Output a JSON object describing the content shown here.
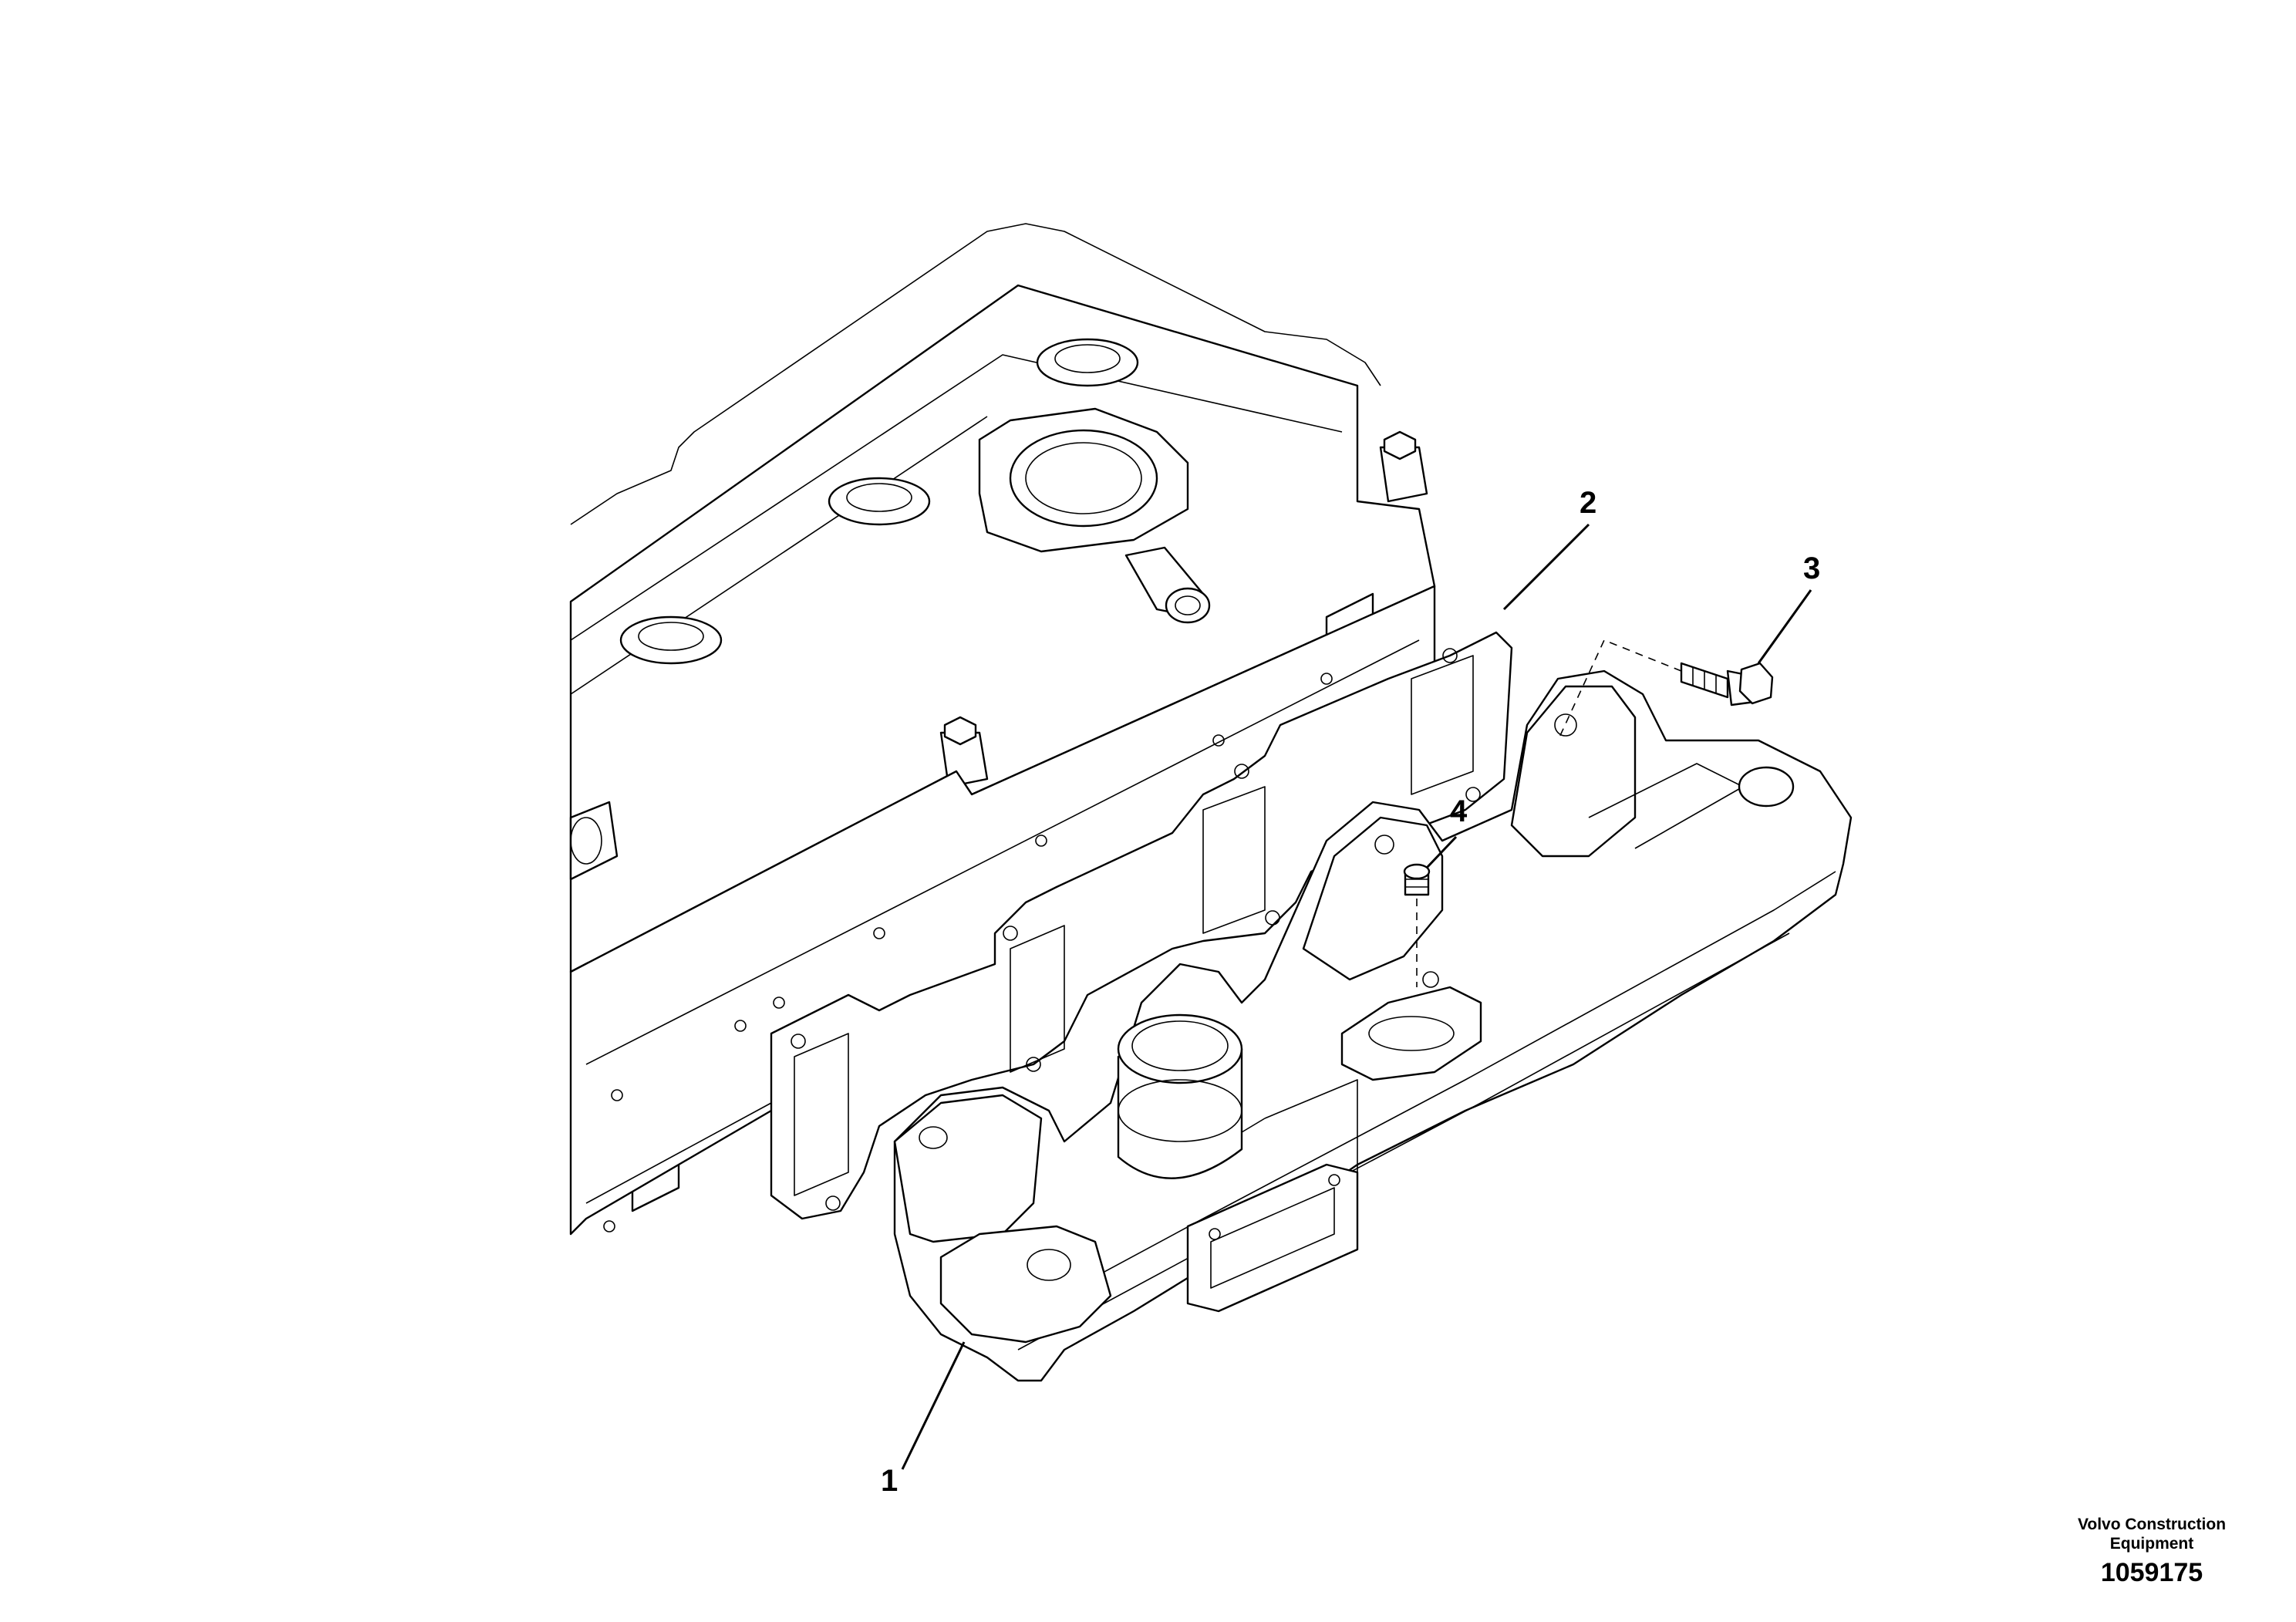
{
  "callouts": [
    {
      "id": "1",
      "label": "1"
    },
    {
      "id": "2",
      "label": "2"
    },
    {
      "id": "3",
      "label": "3"
    },
    {
      "id": "4",
      "label": "4"
    }
  ],
  "footer": {
    "brand_line_1": "Volvo Construction",
    "brand_line_2": "Equipment",
    "drawing_number": "1059175"
  },
  "colors": {
    "ink": "#000000",
    "paper": "#ffffff"
  }
}
